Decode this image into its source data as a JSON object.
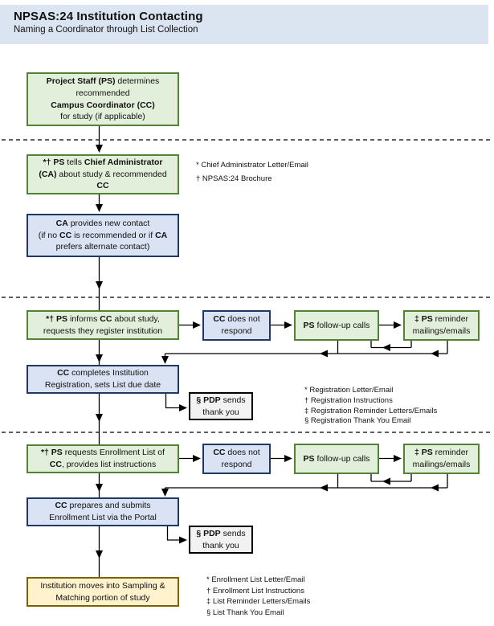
{
  "header": {
    "title": "NPSAS:24 Institution Contacting",
    "subtitle": "Naming a Coordinator through List Collection"
  },
  "colors": {
    "header_bg": "#dbe5f1",
    "green_fill": "#e2efda",
    "green_border": "#538135",
    "blue_fill": "#dae3f3",
    "blue_border": "#1f3864",
    "gray_fill": "#f2f2f2",
    "gray_border": "#000000",
    "yellow_fill": "#fff2cc",
    "yellow_border": "#7f6000",
    "connector": "#000000"
  },
  "boxes": {
    "determine_cc": {
      "lines": [
        [
          [
            "b",
            "Project Staff (PS)"
          ],
          [
            "r",
            " determines"
          ]
        ],
        [
          [
            "r",
            "recommended"
          ]
        ],
        [
          [
            "b",
            "Campus Coordinator (CC)"
          ]
        ],
        [
          [
            "r",
            "for study (if applicable)"
          ]
        ]
      ]
    },
    "tell_ca": {
      "lines": [
        [
          [
            "b",
            "*† PS"
          ],
          [
            "r",
            " tells "
          ],
          [
            "b",
            "Chief Administrator"
          ]
        ],
        [
          [
            "b",
            "(CA)"
          ],
          [
            "r",
            " about study & recommended"
          ]
        ],
        [
          [
            "b",
            "CC"
          ]
        ]
      ]
    },
    "ca_new_contact": {
      "lines": [
        [
          [
            "b",
            "CA"
          ],
          [
            "r",
            " provides new contact"
          ]
        ],
        [
          [
            "r",
            "(if no "
          ],
          [
            "b",
            "CC"
          ],
          [
            "r",
            " is recommended or if "
          ],
          [
            "b",
            "CA"
          ]
        ],
        [
          [
            "r",
            "prefers alternate contact)"
          ]
        ]
      ]
    },
    "ps_informs": {
      "lines": [
        [
          [
            "b",
            "*† PS"
          ],
          [
            "r",
            " informs "
          ],
          [
            "b",
            "CC"
          ],
          [
            "r",
            " about study,"
          ]
        ],
        [
          [
            "r",
            "requests they register institution"
          ]
        ]
      ]
    },
    "cc_no_respond_1": {
      "lines": [
        [
          [
            "b",
            "CC"
          ],
          [
            "r",
            " does not"
          ]
        ],
        [
          [
            "r",
            "respond"
          ]
        ]
      ]
    },
    "ps_followup_1": {
      "lines": [
        [
          [
            "b",
            "PS"
          ],
          [
            "r",
            " follow-up calls"
          ]
        ]
      ]
    },
    "ps_reminder_1": {
      "lines": [
        [
          [
            "b",
            "‡ PS"
          ],
          [
            "r",
            " reminder"
          ]
        ],
        [
          [
            "r",
            "mailings/emails"
          ]
        ]
      ]
    },
    "cc_completes": {
      "lines": [
        [
          [
            "b",
            "CC"
          ],
          [
            "r",
            " completes Institution"
          ]
        ],
        [
          [
            "r",
            "Registration, sets List due date"
          ]
        ]
      ]
    },
    "pdp_thankyou_1": {
      "lines": [
        [
          [
            "b",
            "§ PDP"
          ],
          [
            "r",
            " sends"
          ]
        ],
        [
          [
            "r",
            "thank you"
          ]
        ]
      ]
    },
    "ps_requests": {
      "lines": [
        [
          [
            "b",
            "*† PS"
          ],
          [
            "r",
            " requests Enrollment List of"
          ]
        ],
        [
          [
            "b",
            "CC"
          ],
          [
            "r",
            ", provides list instructions"
          ]
        ]
      ]
    },
    "cc_no_respond_2": {
      "lines": [
        [
          [
            "b",
            "CC"
          ],
          [
            "r",
            " does not"
          ]
        ],
        [
          [
            "r",
            "respond"
          ]
        ]
      ]
    },
    "ps_followup_2": {
      "lines": [
        [
          [
            "b",
            "PS"
          ],
          [
            "r",
            " follow-up calls"
          ]
        ]
      ]
    },
    "ps_reminder_2": {
      "lines": [
        [
          [
            "b",
            "‡ PS"
          ],
          [
            "r",
            " reminder"
          ]
        ],
        [
          [
            "r",
            "mailings/emails"
          ]
        ]
      ]
    },
    "cc_prepares": {
      "lines": [
        [
          [
            "b",
            "CC"
          ],
          [
            "r",
            " prepares and submits"
          ]
        ],
        [
          [
            "r",
            "Enrollment List via the Portal"
          ]
        ]
      ]
    },
    "pdp_thankyou_2": {
      "lines": [
        [
          [
            "b",
            "§ PDP"
          ],
          [
            "r",
            " sends"
          ]
        ],
        [
          [
            "r",
            "thank you"
          ]
        ]
      ]
    },
    "sampling": {
      "lines": [
        [
          [
            "r",
            "Institution moves into Sampling &"
          ]
        ],
        [
          [
            "r",
            "Matching portion of study"
          ]
        ]
      ]
    }
  },
  "footnotes": {
    "group_a": [
      "* Chief Administrator Letter/Email",
      "† NPSAS:24 Brochure"
    ],
    "group_b": [
      "* Registration Letter/Email",
      "† Registration Instructions",
      "‡ Registration Reminder Letters/Emails",
      "§ Registration Thank You Email"
    ],
    "group_c": [
      "* Enrollment List Letter/Email",
      "† Enrollment List Instructions",
      "‡ List Reminder Letters/Emails",
      "§ List Thank You Email"
    ]
  }
}
